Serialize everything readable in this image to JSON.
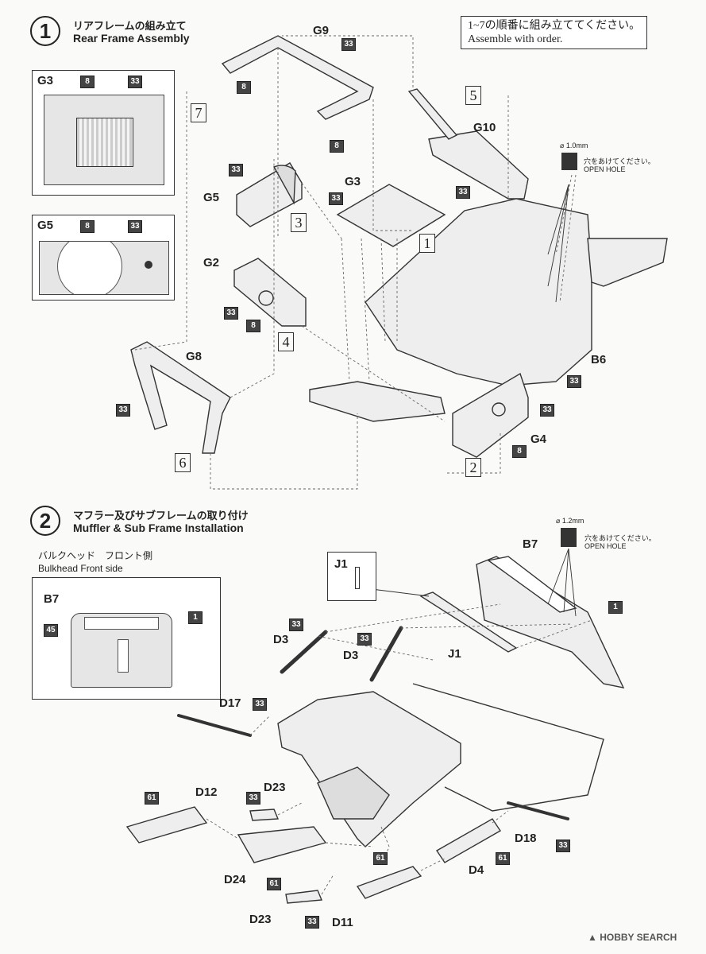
{
  "step1": {
    "number": "1",
    "title_jp": "リアフレームの組み立て",
    "title_en": "Rear Frame Assembly",
    "note_jp": "1~7の順番に組み立ててください。",
    "note_en": "Assemble with order.",
    "inset_g3": {
      "label": "G3",
      "badge_a": "8",
      "badge_b": "33"
    },
    "inset_g5": {
      "label": "G5",
      "badge_a": "8",
      "badge_b": "33"
    },
    "hole": {
      "size": "⌀ 1.0mm",
      "jp": "穴をあけてください。",
      "en": "OPEN HOLE"
    },
    "parts": {
      "g9": "G9",
      "g10": "G10",
      "g3": "G3",
      "g5": "G5",
      "g2": "G2",
      "g8": "G8",
      "b6": "B6",
      "g4": "G4"
    },
    "badges": {
      "b8": "8",
      "b33": "33"
    },
    "order": [
      "1",
      "2",
      "3",
      "4",
      "5",
      "6",
      "7"
    ]
  },
  "step2": {
    "number": "2",
    "title_jp": "マフラー及びサブフレームの取り付け",
    "title_en": "Muffler & Sub Frame Installation",
    "bulkhead_jp": "バルクヘッド　フロント側",
    "bulkhead_en": "Bulkhead Front side",
    "inset_b7": {
      "label": "B7",
      "badge_a": "1",
      "badge_b": "45"
    },
    "hole": {
      "size": "⌀ 1.2mm",
      "jp": "穴をあけてください。",
      "en": "OPEN HOLE"
    },
    "j1_box": "J1",
    "parts": {
      "b7": "B7",
      "j1": "J1",
      "d3a": "D3",
      "d3b": "D3",
      "d17": "D17",
      "d12": "D12",
      "d23a": "D23",
      "d24": "D24",
      "d23b": "D23",
      "d11": "D11",
      "d4": "D4",
      "d18": "D18"
    },
    "badges": {
      "b1": "1",
      "b33": "33",
      "b61": "61"
    }
  },
  "watermark": "HOBBY SEARCH"
}
